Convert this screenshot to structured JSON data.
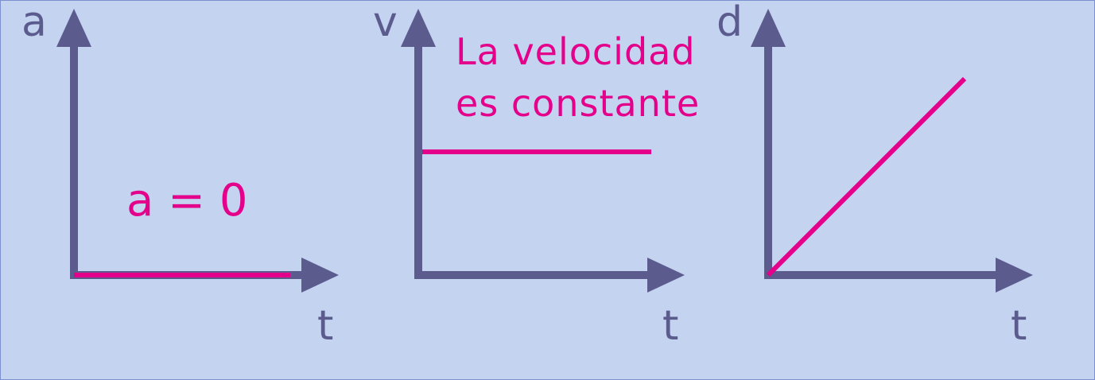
{
  "graphs": {
    "acceleration": {
      "y_label": "a",
      "x_label": "t",
      "annotation": "a = 0"
    },
    "velocity": {
      "y_label": "v",
      "x_label": "t",
      "annotation_line1": "La velocidad",
      "annotation_line2": "es constante"
    },
    "distance": {
      "y_label": "d",
      "x_label": "t"
    }
  },
  "colors": {
    "background": "#c3d3f0",
    "axis": "#5b5b8e",
    "highlight": "#e4008a"
  }
}
